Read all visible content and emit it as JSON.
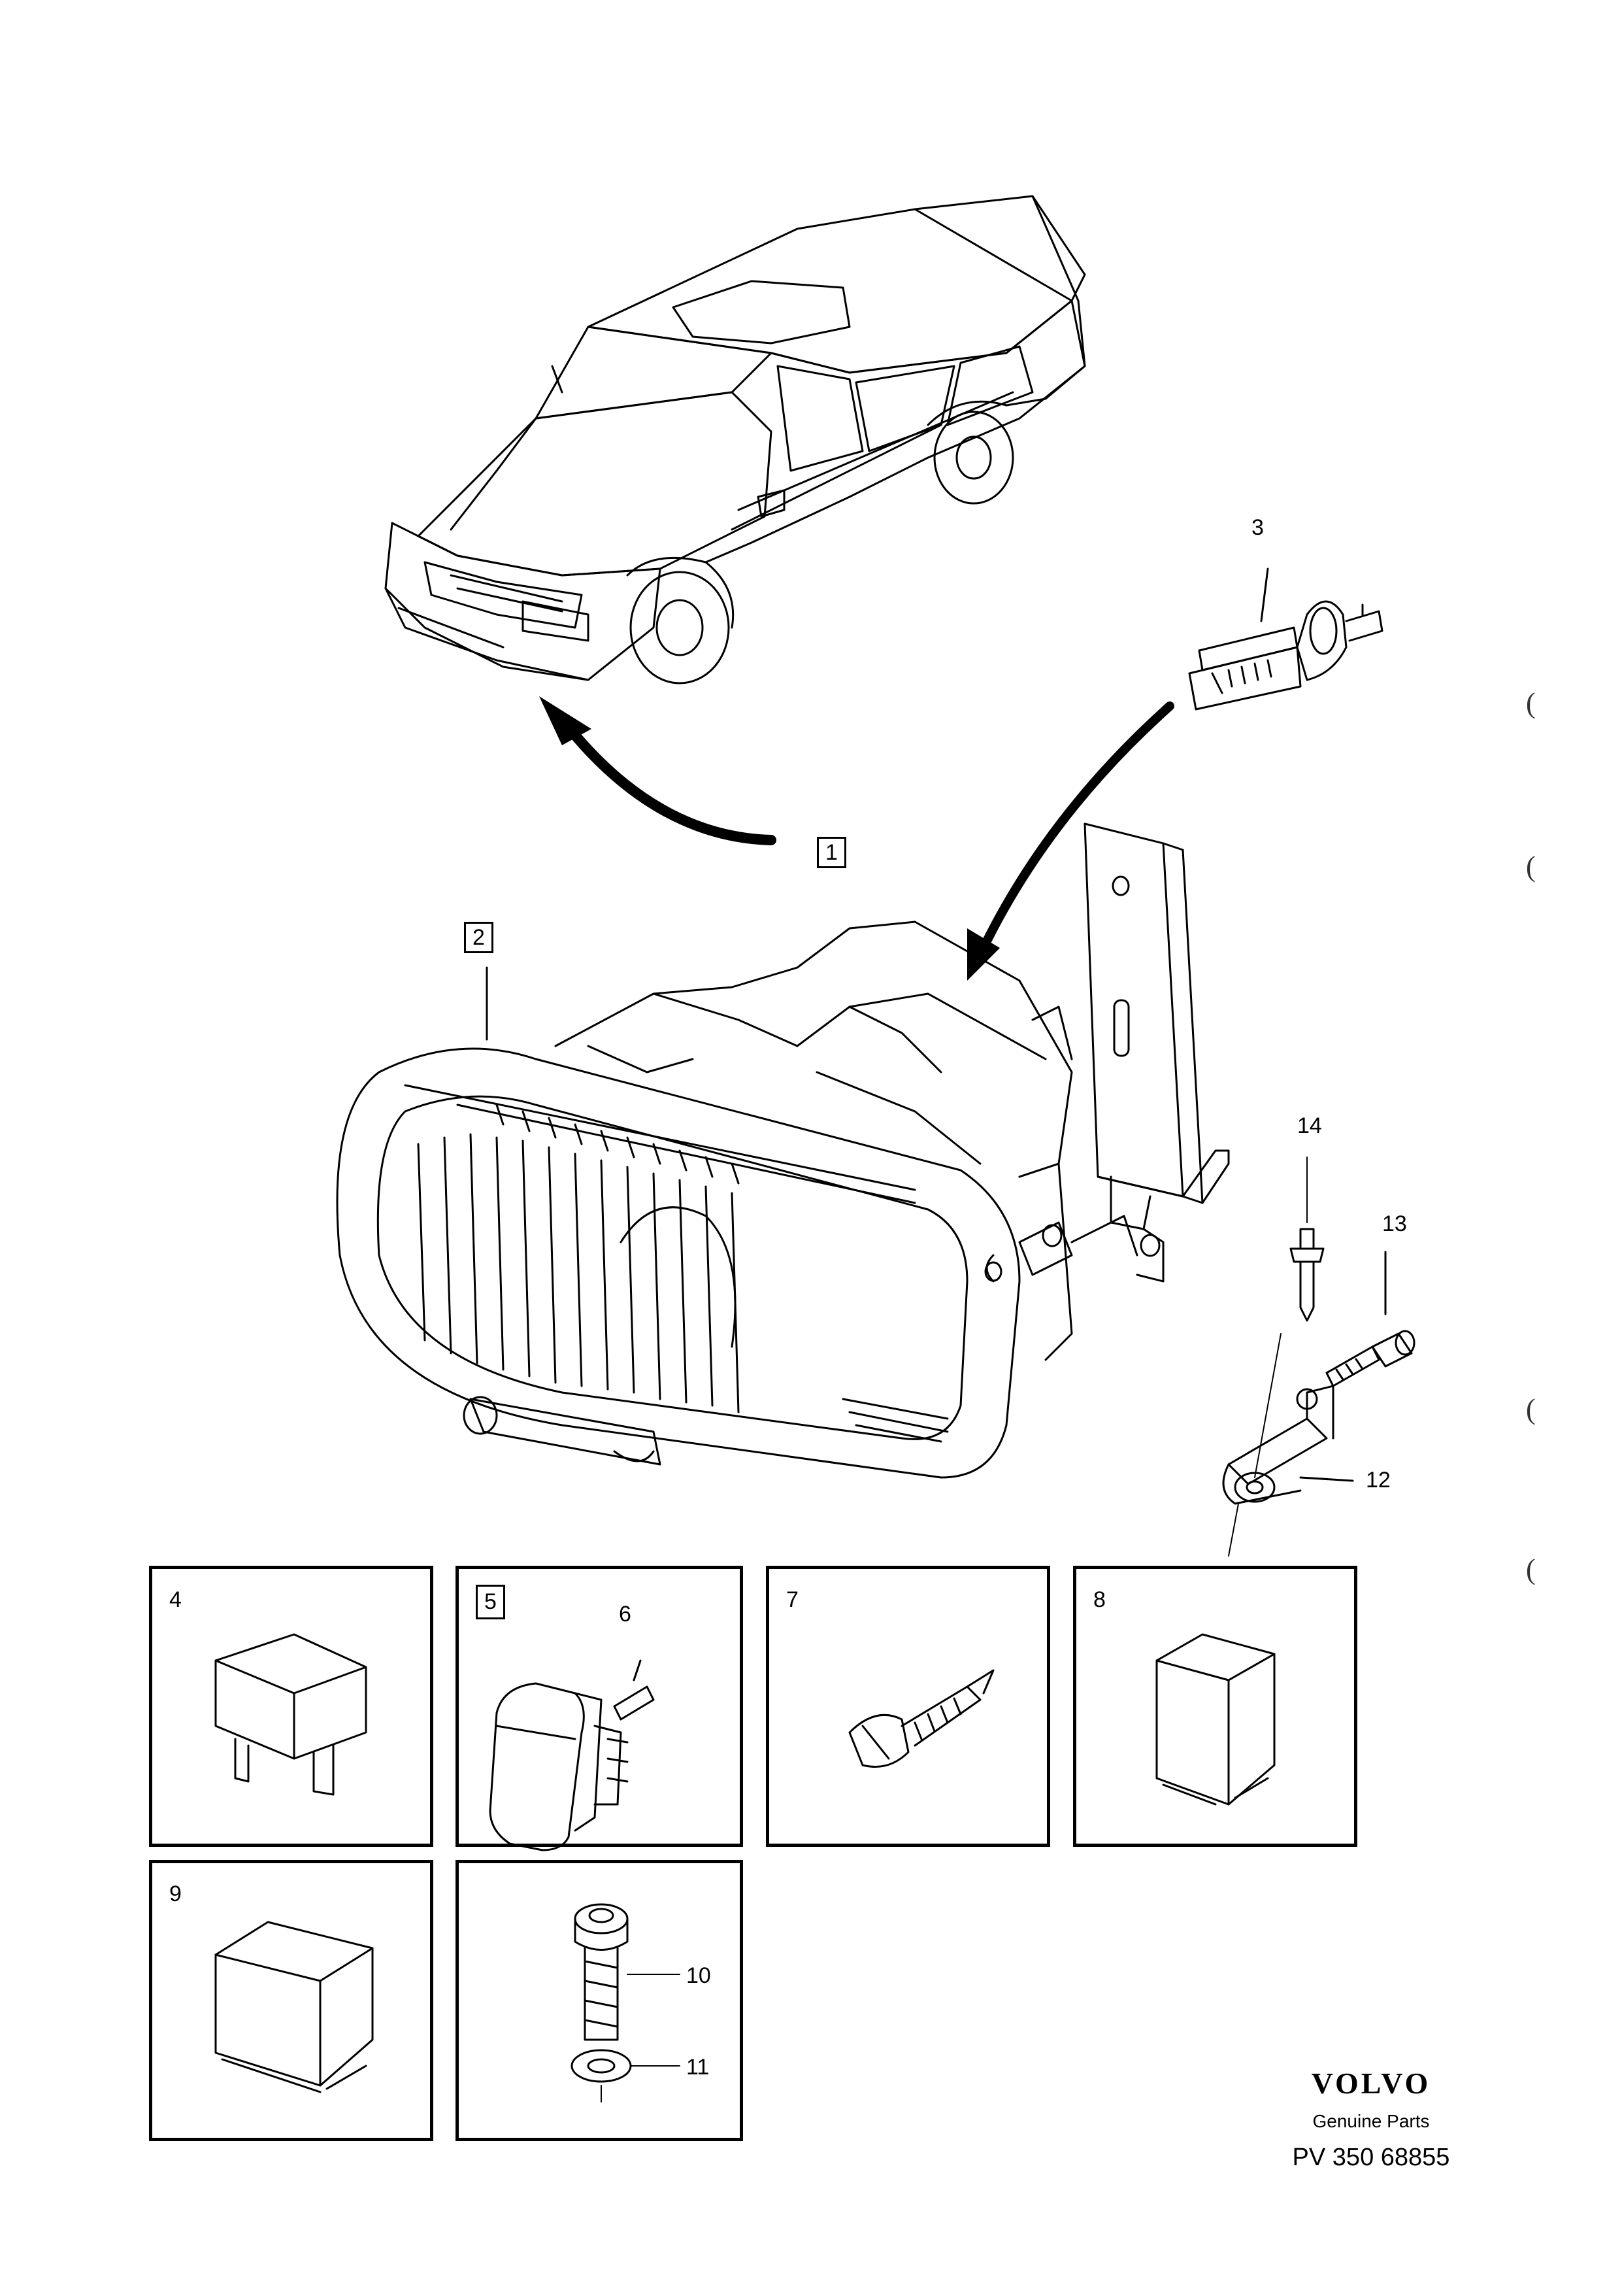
{
  "callouts": {
    "c1": "1",
    "c2": "2",
    "c3": "3",
    "c12": "12",
    "c13": "13",
    "c14": "14",
    "c10": "10",
    "c11": "11"
  },
  "panels": [
    {
      "id": "4",
      "boxed": false
    },
    {
      "id": "5",
      "boxed": true,
      "sub": "6"
    },
    {
      "id": "7",
      "boxed": false
    },
    {
      "id": "8",
      "boxed": false
    },
    {
      "id": "9",
      "boxed": false
    },
    {
      "id": "10-11",
      "boxed": false
    }
  ],
  "panel_labels": {
    "p4": "4",
    "p5": "5",
    "p6": "6",
    "p7": "7",
    "p8": "8",
    "p9": "9"
  },
  "brand": {
    "logo": "VOLVO",
    "subtitle": "Genuine Parts",
    "code": "PV 350 68855"
  },
  "margin_marks": [
    "(",
    "(",
    "(",
    "("
  ],
  "colors": {
    "ink": "#000000",
    "paper": "#ffffff"
  }
}
